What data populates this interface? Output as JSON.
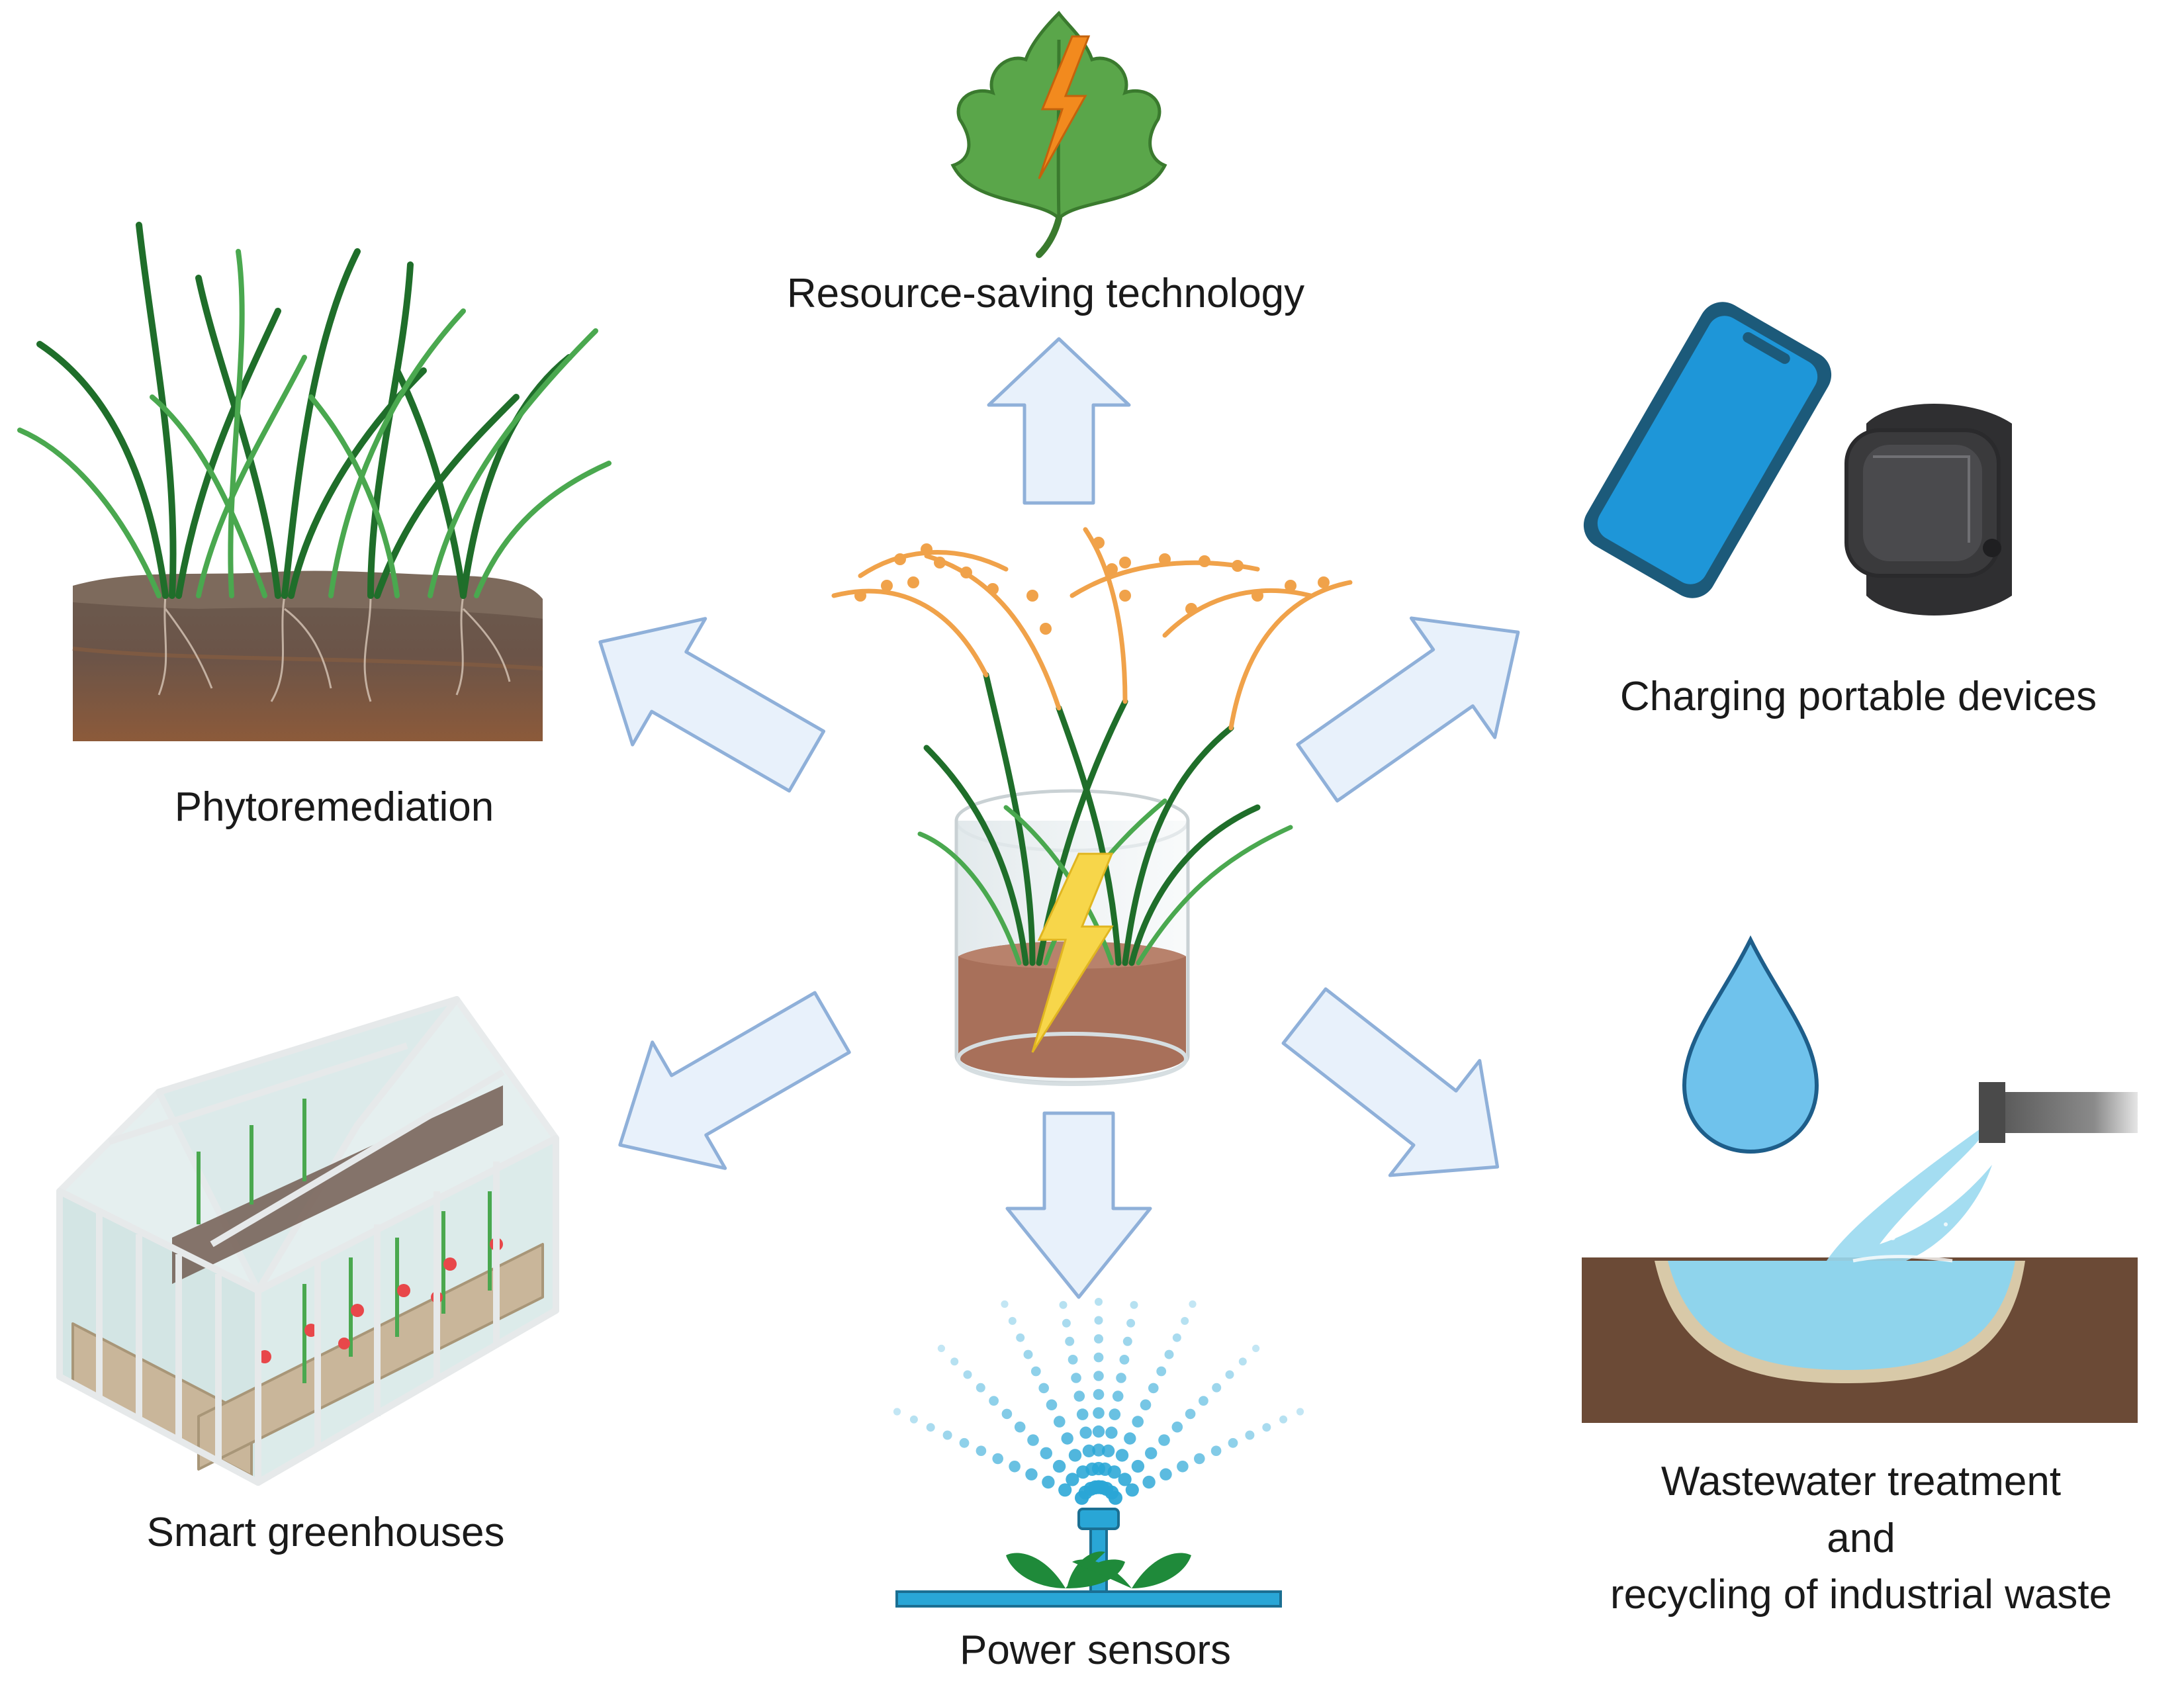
{
  "labels": {
    "top": "Resource-saving technology",
    "top_left": "Phytoremediation",
    "top_right": "Charging portable devices",
    "bottom_left": "Smart greenhouses",
    "bottom": "Power sensors",
    "bottom_right_line1": "Wastewater treatment",
    "bottom_right_line2": "and",
    "bottom_right_line3": "recycling of industrial waste"
  },
  "colors": {
    "arrow_fill": "#e8f1fb",
    "arrow_stroke": "#8fb0d9",
    "grass_dark": "#1f6e2a",
    "grass_light": "#4aa84f",
    "rice_orange": "#f0a24a",
    "soil_top": "#7a6457",
    "soil_bottom": "#8a5a3c",
    "lightning_yellow": "#f7d64a",
    "leaf_green": "#5aa64a",
    "lightning_orange": "#f28a1e",
    "phone_blue": "#1e96d8",
    "watch_dark": "#3a3a3c",
    "water_blue": "#6fc2ec",
    "sprinkler_blue": "#29a6d6"
  },
  "icons": [
    "leaf-lightning-icon",
    "grass-soil-icon",
    "smartphone-icon",
    "smartwatch-icon",
    "greenhouse-icon",
    "sprinkler-icon",
    "water-drop-icon",
    "pipe-pond-icon",
    "plant-pot-lightning-icon"
  ]
}
